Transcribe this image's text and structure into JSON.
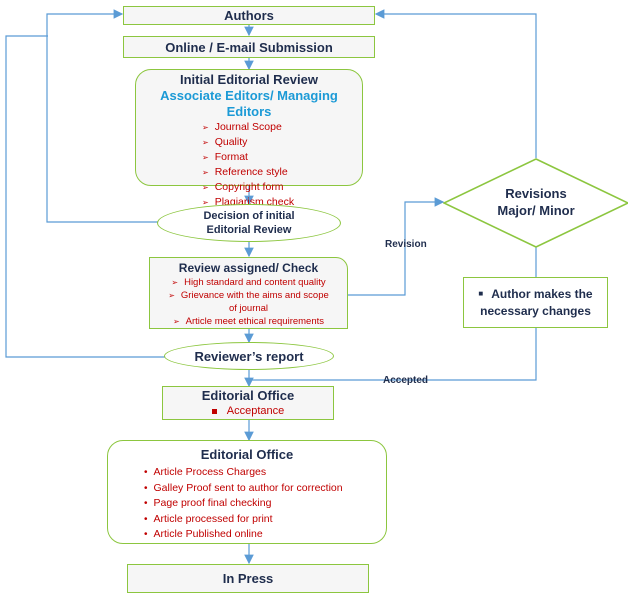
{
  "authors": "Authors",
  "submission": "Online / E-mail Submission",
  "initial_review": {
    "title": "Initial Editorial Review",
    "subtitle": "Associate Editors/ Managing Editors",
    "items": [
      "Journal Scope",
      "Quality",
      "Format",
      "Reference style",
      "Copyright form",
      "Plagiarism check"
    ]
  },
  "decision": {
    "line1": "Decision of initial",
    "line2": "Editorial Review"
  },
  "review_assigned": {
    "title": "Review assigned/ Check",
    "items": [
      "High standard and content quality",
      "Grievance with the aims and scope",
      "of journal",
      "Article meet ethical requirements"
    ]
  },
  "reviewers_report": "Reviewer’s report",
  "revisions": {
    "line1": "Revisions",
    "line2": "Major/ Minor"
  },
  "author_changes": {
    "line1": "Author makes the",
    "line2": "necessary changes"
  },
  "labels": {
    "revision": "Revision",
    "accepted": "Accepted"
  },
  "editorial_office_1": {
    "title": "Editorial Office",
    "item": "Acceptance"
  },
  "editorial_office_2": {
    "title": "Editorial Office",
    "items": [
      "Article Process Charges",
      "Galley Proof sent to author for correction",
      "Page proof final checking",
      "Article processed for print",
      "Article Published online"
    ]
  },
  "in_press": "In Press",
  "colors": {
    "box_border": "#8cc63f",
    "box_fill": "#f6f6f6",
    "text_dark": "#1f2d4d",
    "text_red": "#c00000",
    "text_blue": "#1c9ad6",
    "arrow": "#5b9bd5"
  }
}
